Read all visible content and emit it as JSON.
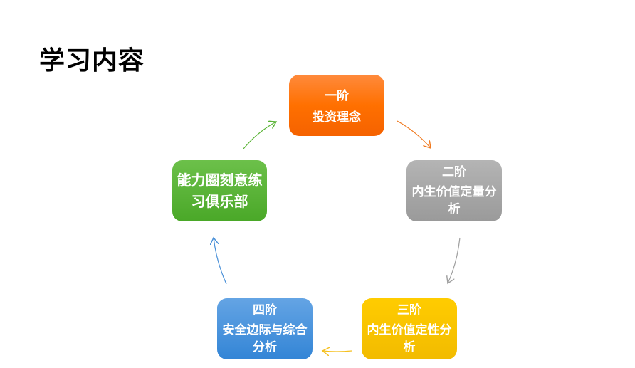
{
  "title": "学习内容",
  "stages": [
    {
      "stage": "一阶",
      "desc": "投资理念",
      "color": "#ff7000"
    },
    {
      "stage": "二阶",
      "desc": "内生价值定量分析",
      "color": "#a6a6a6"
    },
    {
      "stage": "三阶",
      "desc": "内生价值定性分析",
      "color": "#ffc800"
    },
    {
      "stage": "四阶",
      "desc": "安全边际与综合分析",
      "color": "#4a94dc"
    },
    {
      "stage": "",
      "desc": "能力圈刻意练习俱乐部",
      "color": "#5ab436"
    }
  ]
}
